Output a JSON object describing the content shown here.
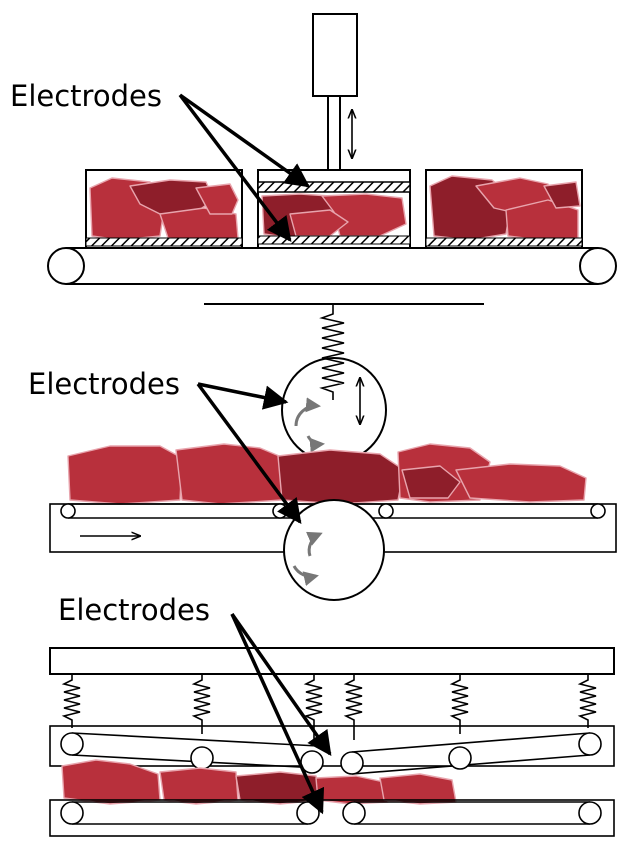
{
  "panels": [
    {
      "id": "batch-press",
      "label": "Electrodes"
    },
    {
      "id": "roller",
      "label": "Electrodes"
    },
    {
      "id": "belt-press",
      "label": "Electrodes"
    }
  ],
  "colors": {
    "meat": "#b8303c",
    "meat_dark": "#8e1e2a",
    "meat_light": "#e8a4ad",
    "line": "#000000",
    "arrow_gray": "#777777"
  }
}
